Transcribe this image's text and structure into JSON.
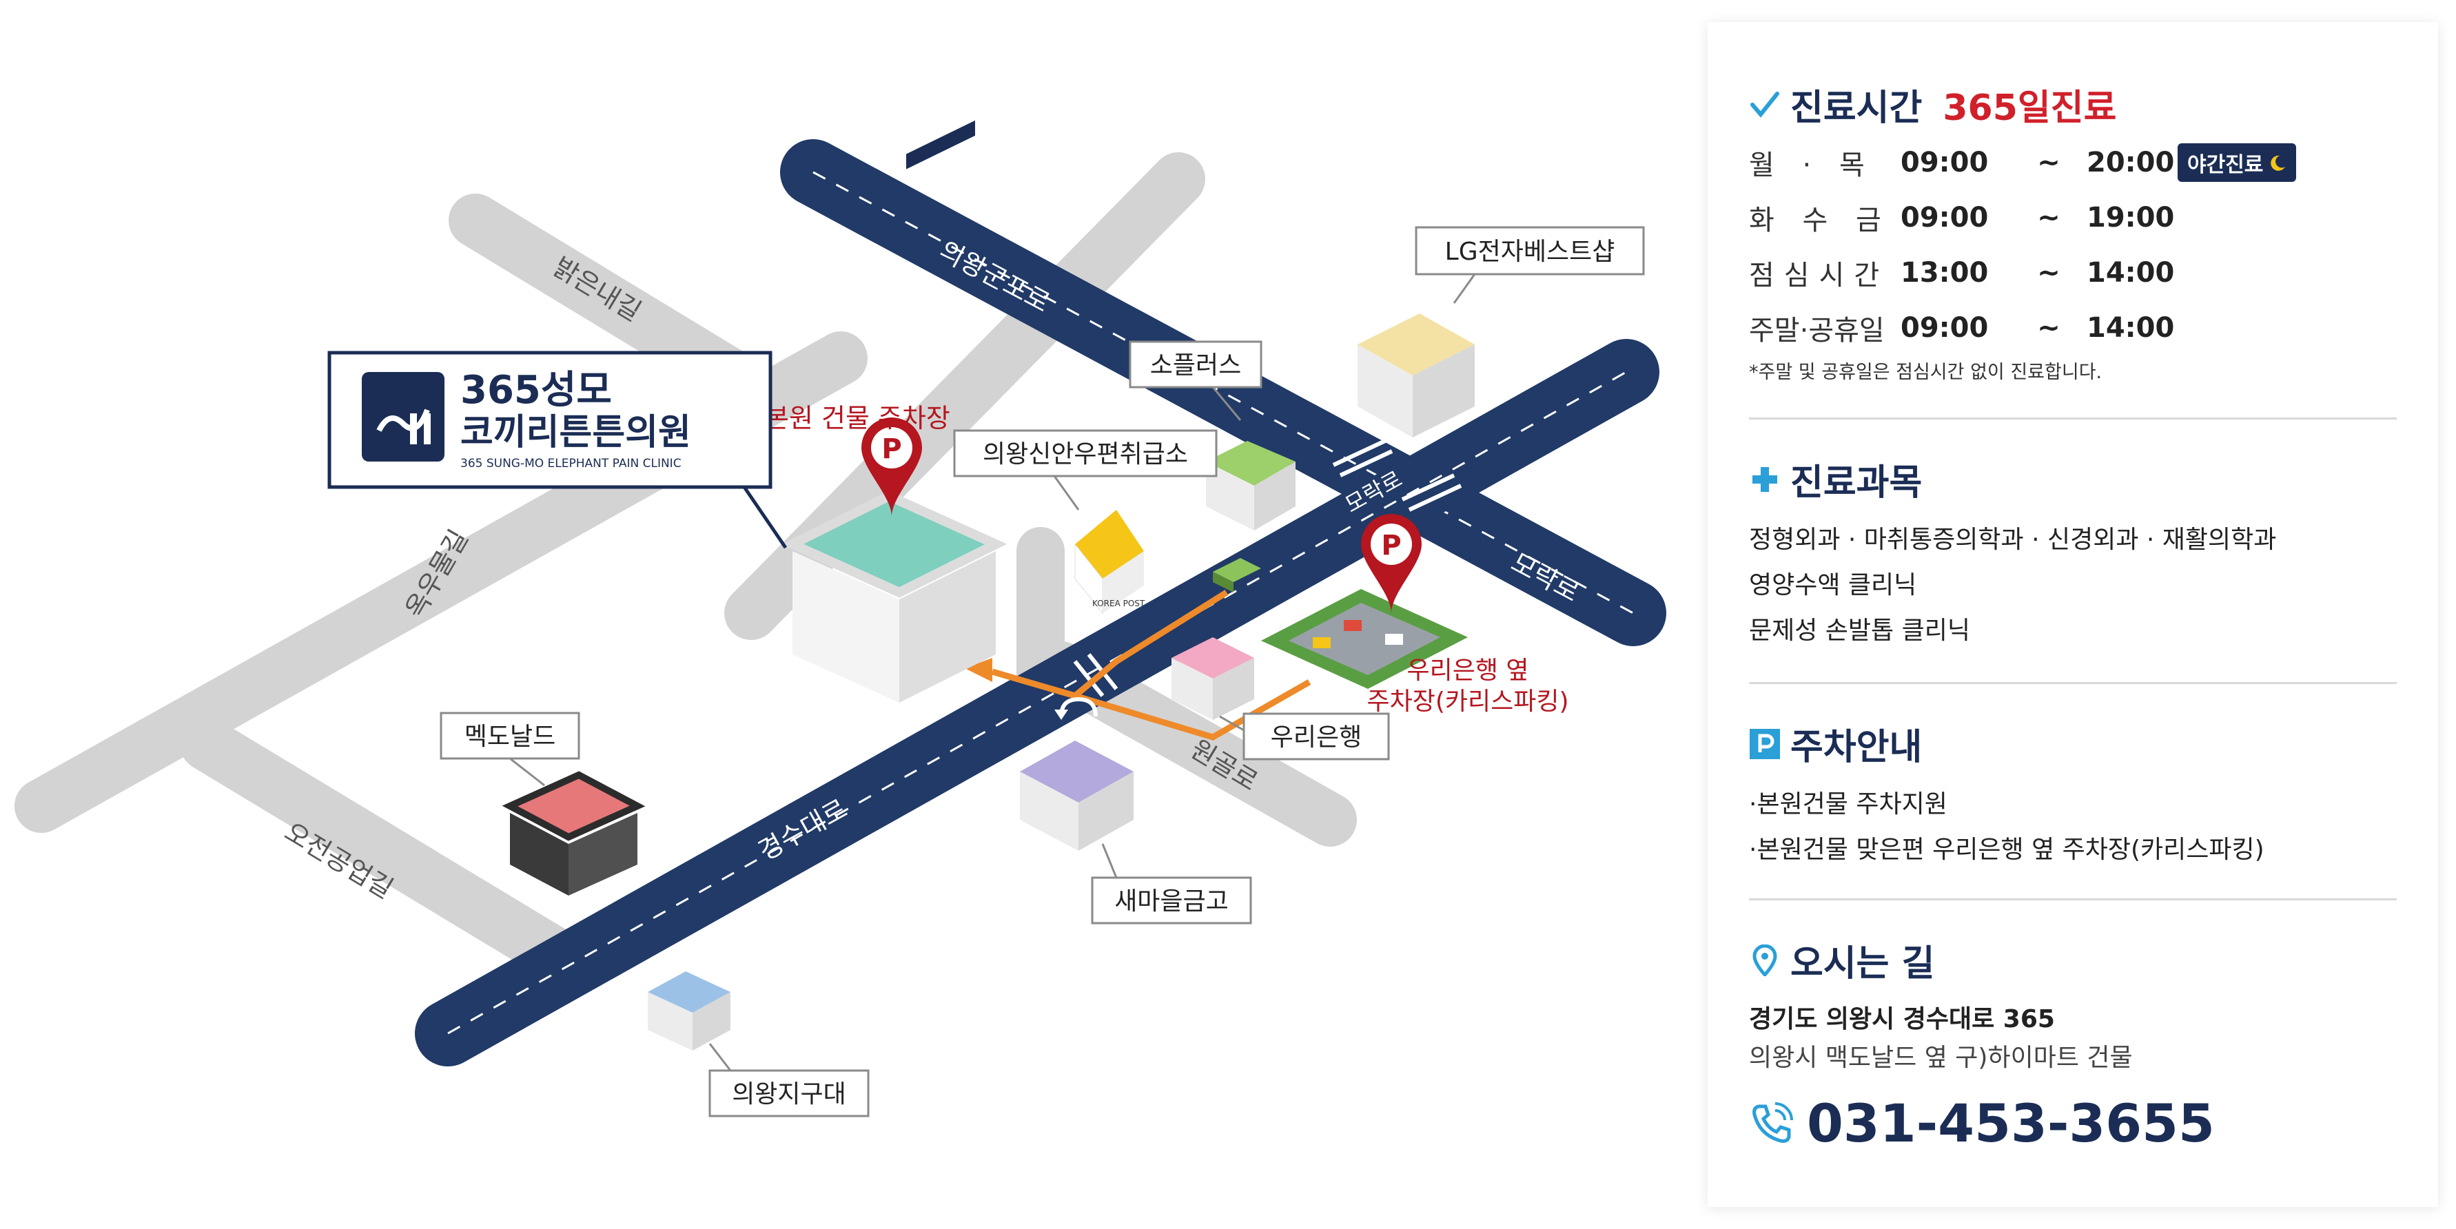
{
  "map": {
    "clinic_logo": {
      "line1": "365성모",
      "line2": "코끼리튼튼의원",
      "sub": "365 SUNG-MO ELEPHANT PAIN CLINIC",
      "building_sign": "365성모 코끼리튼튼의원"
    },
    "roads": {
      "uiwang_gunpo": "의왕군포로",
      "gyeongsu": "경수대로",
      "moraksan": "모락로",
      "moraksan_cross": "모락로",
      "baegeunnae": "밝은내길",
      "okamul": "옥우물길",
      "ojeon": "오전공업길",
      "wongol": "원골로"
    },
    "places": {
      "lg": "LG전자베스트샵",
      "soplus": "소플러스",
      "post": "의왕신안우편취급소",
      "post_sign": "KOREA POST",
      "mcdonalds": "멕도날드",
      "woori": "우리은행",
      "saemaeul": "새마을금고",
      "district": "의왕지구대"
    },
    "parking": {
      "main_label": "본원 건물 주차장",
      "woori_label_1": "우리은행 옆",
      "woori_label_2": "주차장(카리스파킹)",
      "marker_glyph": "P"
    },
    "colors": {
      "main_road": "#213a67",
      "side_road": "#d3d3d3",
      "route": "#ee8a2a",
      "marker": "#b5161f"
    }
  },
  "panel": {
    "hours": {
      "title": "진료시간",
      "accent": "365일진료",
      "rows": [
        {
          "label": "월 · 목",
          "open": "09:00",
          "sep": "~",
          "close": "20:00",
          "badge": "야간진료"
        },
        {
          "label": "화 수 금",
          "open": "09:00",
          "sep": "~",
          "close": "19:00"
        },
        {
          "label": "점심시간",
          "open": "13:00",
          "sep": "~",
          "close": "14:00"
        },
        {
          "label": "주말·공휴일",
          "open": "09:00",
          "sep": "~",
          "close": "14:00"
        }
      ],
      "note": "*주말 및 공휴일은 점심시간 없이 진료합니다."
    },
    "departments": {
      "title": "진료과목",
      "lines": [
        "정형외과 · 마취통증의학과 · 신경외과 · 재활의학과",
        "영양수액 클리닉",
        "문제성 손발톱 클리닉"
      ]
    },
    "parking": {
      "title": "주차안내",
      "lines": [
        "·본원건물 주차지원",
        "·본원건물 맞은편 우리은행 옆 주차장(카리스파킹)"
      ]
    },
    "directions": {
      "title": "오시는 길",
      "address": "경기도 의왕시 경수대로 365",
      "detail": "의왕시 맥도날드 옆 구)하이마트 건물"
    },
    "phone": "031-453-3655",
    "colors": {
      "navy": "#1b2d55",
      "red": "#d0202a",
      "icon_blue": "#2a9fd8"
    }
  }
}
